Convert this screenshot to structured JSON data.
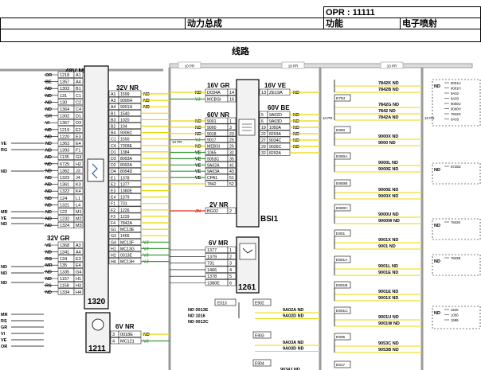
{
  "header": {
    "opr": "OPR : 11111",
    "subsystem": "动力总成",
    "function_label": "功能",
    "function_value": "电子喷射",
    "section_title": "线路"
  },
  "strip_label": "10 PR",
  "connector_48v": {
    "title": "48V MR",
    "id": "1320",
    "rows": [
      [
        "OR",
        "1218",
        "A1"
      ],
      [
        "BE",
        "1357",
        "A4"
      ],
      [
        "ND",
        "1303",
        "B1"
      ],
      [
        "ND",
        "131",
        "C1"
      ],
      [
        "ND",
        "130",
        "C2"
      ],
      [
        "ND",
        "1364",
        "C4"
      ],
      [
        "GR",
        "1302",
        "D1"
      ],
      [
        "VI",
        "1367",
        "D3"
      ],
      [
        "ND",
        "1219",
        "E2"
      ],
      [
        "ND",
        "1220",
        "E3"
      ],
      [
        "ND",
        "1363",
        "E4"
      ],
      [
        "ND",
        "1393",
        "F1"
      ],
      [
        "ND",
        "1135",
        "G3"
      ],
      [
        "ND",
        "6725",
        "H2"
      ],
      [
        "ND",
        "1362",
        "J3"
      ],
      [
        "ND",
        "1323",
        "J4"
      ],
      [
        "ND",
        "1361",
        "K3"
      ],
      [
        "ND",
        "1322",
        "K4"
      ],
      [
        "ND",
        "124",
        "L1"
      ],
      [
        "ND",
        "1321",
        "L4"
      ],
      [
        "ND",
        "122",
        "M1"
      ],
      [
        "ND",
        "1232",
        "M2"
      ],
      [
        "ND",
        "1324",
        "M3"
      ]
    ]
  },
  "connector_32v_nr": {
    "title": "32V NR",
    "rows": [
      [
        "A1",
        "1599",
        "ND"
      ],
      [
        "A3",
        "9000H",
        "ND"
      ],
      [
        "A4",
        "9001H",
        "ND"
      ],
      [
        "B1",
        "1540",
        ""
      ],
      [
        "B3",
        "1020",
        ""
      ],
      [
        "B2",
        "104",
        ""
      ],
      [
        "B4",
        "9006C",
        ""
      ],
      [
        "C1",
        "1550",
        ""
      ],
      [
        "C4",
        "7309E",
        ""
      ],
      [
        "D1",
        "1384",
        ""
      ],
      [
        "D3",
        "8093A",
        ""
      ],
      [
        "D2",
        "8092A",
        ""
      ],
      [
        "D4",
        "8094D",
        ""
      ],
      [
        "E1",
        "1378",
        ""
      ],
      [
        "E2",
        "1377",
        ""
      ],
      [
        "E3",
        "1380E",
        ""
      ],
      [
        "E4",
        "1379",
        ""
      ],
      [
        "F1",
        "731",
        ""
      ],
      [
        "F2",
        "1226",
        ""
      ],
      [
        "F3",
        "1229",
        ""
      ],
      [
        "F4",
        "7842A",
        ""
      ],
      [
        "G1",
        "MC13E",
        ""
      ],
      [
        "G3",
        "1466",
        ""
      ],
      [
        "G4",
        "MC13F",
        "VJ"
      ],
      [
        "H1",
        "MC13G",
        "VJ"
      ],
      [
        "H2",
        "0013E",
        "VJ"
      ],
      [
        "H4",
        "MC13H",
        "VJ"
      ]
    ]
  },
  "connector_32v_gr": {
    "title": "32V GR",
    "rows": [
      [
        "VE",
        "1368",
        "A3"
      ],
      [
        "ND",
        "1341",
        "A4"
      ],
      [
        "RG",
        "134",
        "E3"
      ],
      [
        "MR",
        "135",
        "E4"
      ],
      [
        "ND",
        "1335",
        "G4"
      ],
      [
        "ND",
        "1157",
        "H1"
      ],
      [
        "RS",
        "1158",
        "H3"
      ],
      [
        "ND",
        "1334",
        "H4"
      ]
    ]
  },
  "left_edge_labels": [
    "VE",
    "RG",
    "ND",
    "MR",
    "VE",
    "ND",
    "ND",
    "ND",
    "ND",
    "MR",
    "RS",
    "GR",
    "VI",
    "VE",
    "OR"
  ],
  "connector_1211": {
    "id": "1211",
    "title": "6V NR",
    "rows": [
      [
        "3",
        "0018E",
        "ND"
      ],
      [
        "4",
        "MC121",
        "VJ"
      ]
    ]
  },
  "connector_16v_gr": {
    "title": "16V GR",
    "rows": [
      [
        "ND",
        "D034A",
        "14"
      ],
      [
        "VJ",
        "MCBSI",
        "16"
      ]
    ]
  },
  "connector_60v_nr": {
    "title": "60V NR",
    "rows": [
      [
        "ND",
        "9001",
        "1"
      ],
      [
        "ND",
        "9000",
        "3"
      ],
      [
        "ND",
        "9018",
        "23"
      ],
      [
        "VJ",
        "9017",
        "25"
      ],
      [
        "ND",
        "MEBSI",
        "26"
      ],
      [
        "VE",
        "1065",
        "32"
      ],
      [
        "VE",
        "9053C",
        "35"
      ],
      [
        "VE",
        "9A02A",
        "41"
      ],
      [
        "VE",
        "9A03A",
        "43"
      ],
      [
        "VE",
        "CPA1",
        "51"
      ],
      [
        "",
        "7842",
        "52"
      ]
    ]
  },
  "connector_2v_nr": {
    "title": "2V NR",
    "rows": [
      [
        "JN",
        "BG02",
        "2"
      ]
    ]
  },
  "bsi": {
    "id": "BSI1"
  },
  "connector_16v_ve": {
    "title": "16V VE",
    "rows": [
      [
        "13",
        "ZE19A",
        "ND"
      ]
    ]
  },
  "connector_60v_be": {
    "title": "60V BE",
    "rows": [
      [
        "5",
        "9A02D",
        "ND"
      ],
      [
        "6",
        "9A03D",
        "ND"
      ],
      [
        "19",
        "1050A",
        "ND"
      ],
      [
        "22",
        "8293A",
        "ND"
      ],
      [
        "27",
        "9034C",
        "ND"
      ],
      [
        "29",
        "9035C",
        "ND"
      ],
      [
        "32",
        "8292A",
        ""
      ]
    ]
  },
  "connector_1261": {
    "id": "1261",
    "title": "6V MR",
    "rows": [
      [
        "1377",
        "1"
      ],
      [
        "1379",
        "2"
      ],
      [
        "731",
        "3"
      ],
      [
        "1466",
        "4"
      ],
      [
        "1378",
        "5"
      ],
      [
        "1380E",
        "6"
      ]
    ]
  },
  "e013": {
    "id": "E013",
    "rows": [
      "ND 0013E",
      "ND 1016",
      "ND 0013C"
    ]
  },
  "e902": {
    "id": "E902",
    "rows": [
      "9A02A ND",
      "9A02D ND"
    ]
  },
  "e903": {
    "id": "E903",
    "rows": [
      "9A03A ND",
      "9A03D ND"
    ]
  },
  "e904": {
    "id": "E904",
    "rows": [
      "9034J ND"
    ]
  },
  "splices": [
    {
      "id": "",
      "rows": [
        "7842K ND",
        "7842B ND"
      ]
    },
    {
      "id": "E784",
      "rows": [
        "7842G ND",
        "7842 ND",
        "7842A ND"
      ]
    },
    {
      "id": "E900",
      "rows": [
        "9000X ND",
        "9000 ND"
      ]
    },
    {
      "id": "E900A",
      "rows": [
        "9000L ND",
        "9000E ND"
      ]
    },
    {
      "id": "E900B",
      "rows": [
        "9000E ND",
        "9000X ND"
      ]
    },
    {
      "id": "E900C",
      "rows": [
        "9000U ND",
        "9000W ND"
      ]
    },
    {
      "id": "E901",
      "rows": [
        "9001X ND",
        "9001 ND"
      ]
    },
    {
      "id": "E901A",
      "rows": [
        "9001L ND",
        "9001E ND"
      ]
    },
    {
      "id": "E901B",
      "rows": [
        "9001E ND",
        "9001X ND"
      ]
    },
    {
      "id": "E901C",
      "rows": [
        "9001U ND",
        "9001W ND"
      ]
    },
    {
      "id": "E905",
      "rows": [
        "9053C ND",
        "9053B ND"
      ]
    },
    {
      "id": "E917",
      "rows": []
    }
  ],
  "right_refs": [
    {
      "label": "ND",
      "items": [
        "9001U",
        "9001H",
        "9A02",
        "9A03",
        "9000U",
        "9000H",
        "7842G",
        "9A03"
      ]
    },
    {
      "label": "ND",
      "items": [
        "6725D"
      ]
    },
    {
      "label": "ND",
      "items": [
        "7842K"
      ]
    },
    {
      "label": "ND",
      "items": [
        "7842B"
      ]
    },
    {
      "label": "ND",
      "items": [
        "1540",
        "1050",
        "1599"
      ]
    }
  ],
  "colors": {
    "wire_yellow": "#e8d800",
    "wire_green": "#3a9a3a",
    "wire_red": "#e03020",
    "grey": "#9a9a9a"
  }
}
